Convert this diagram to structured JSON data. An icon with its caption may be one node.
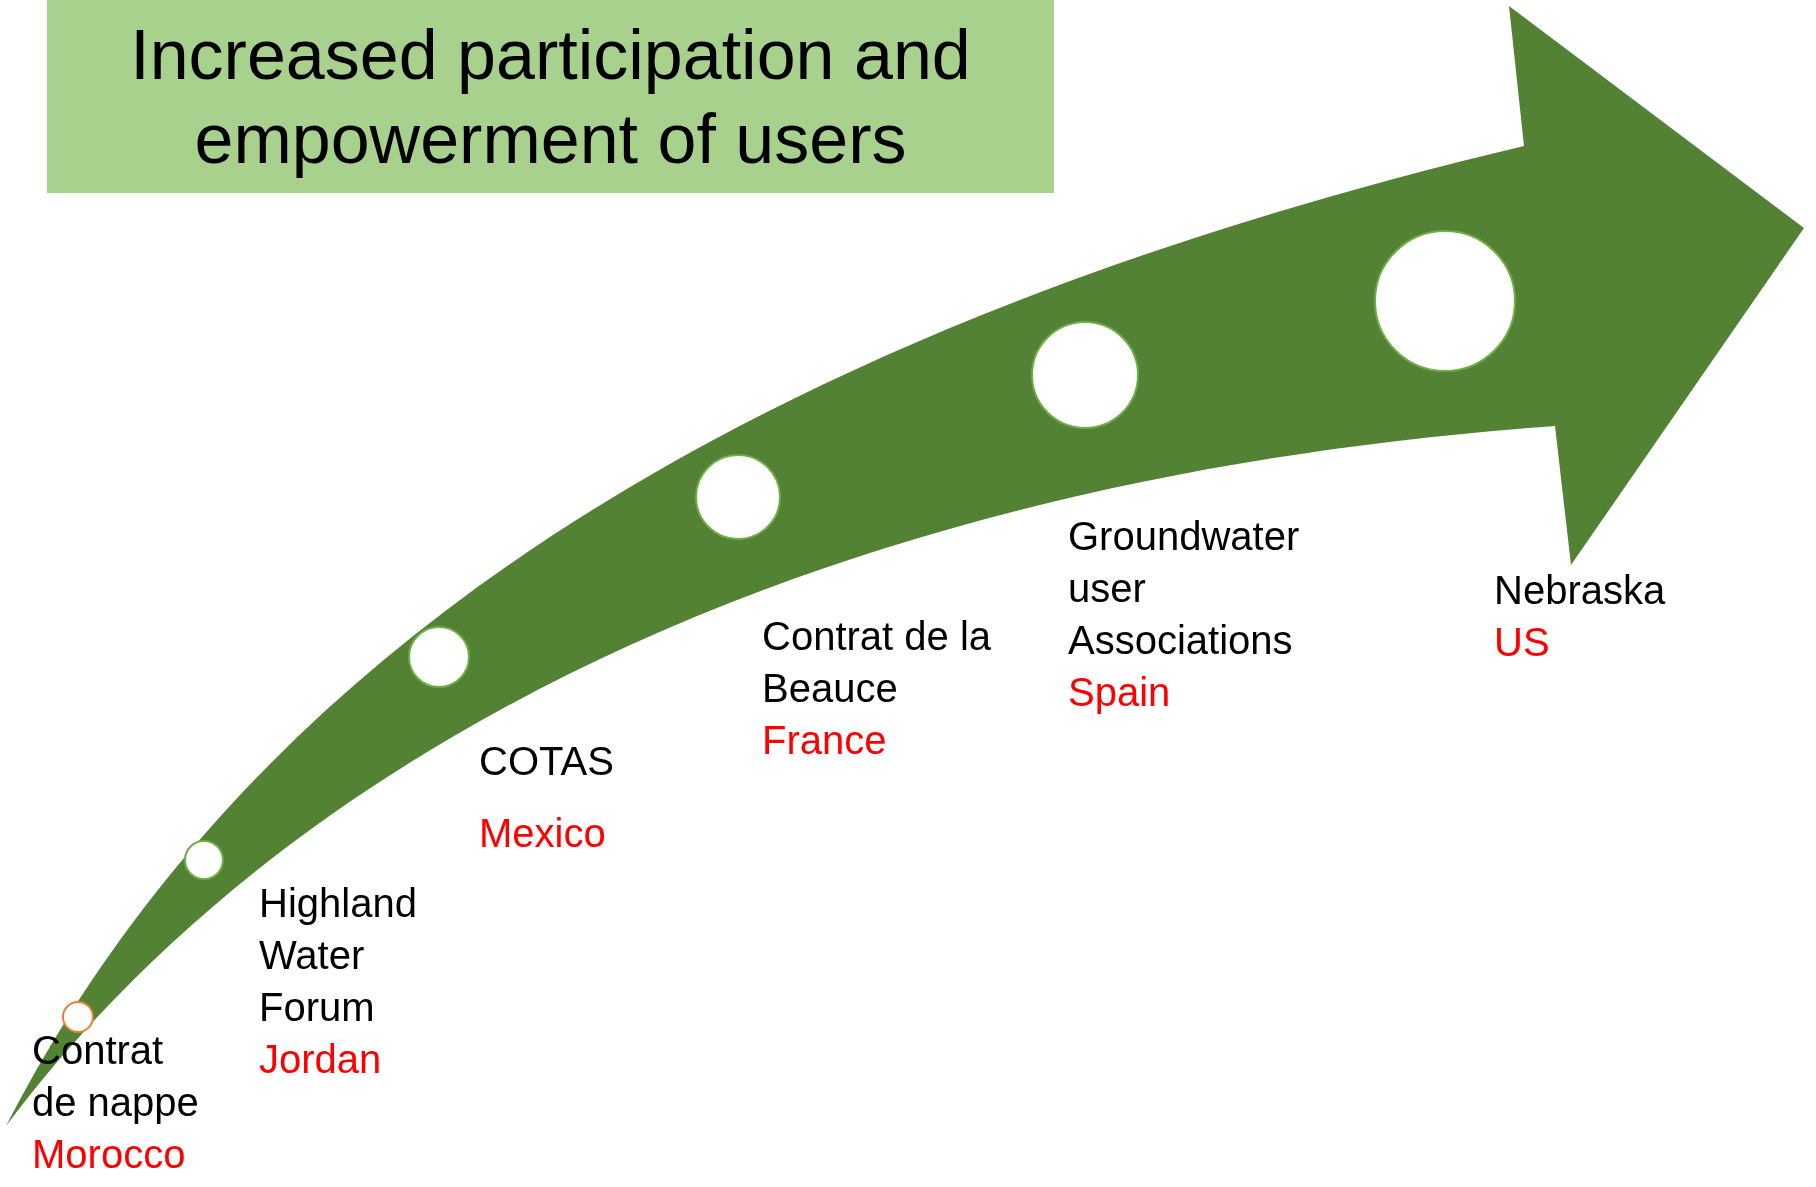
{
  "diagram": {
    "nodes": [
      {
        "text": [
          "Increased participation and empowerment of users"
        ]
      },
      {
        "text": [],
        "shape": "arrow"
      },
      {
        "text": [],
        "shape": "circle",
        "in": 1,
        "beside": [
          "Contrat de nappe",
          "Morocco"
        ]
      },
      {
        "text": [],
        "shape": "circle",
        "in": 1,
        "beside": [
          "Highland Water Forum",
          "Jordan"
        ]
      },
      {
        "text": [],
        "shape": "circle",
        "in": 1,
        "beside": [
          "COTAS",
          "Mexico"
        ]
      },
      {
        "text": [],
        "shape": "circle",
        "in": 1,
        "beside": [
          "Contrat de la Beauce",
          "France"
        ]
      },
      {
        "text": [],
        "shape": "circle",
        "in": 1,
        "beside": [
          "Groundwater user Associations",
          "Spain"
        ]
      },
      {
        "text": [],
        "shape": "circle",
        "in": 1,
        "beside": [
          "Nebraska",
          "US"
        ]
      }
    ]
  }
}
